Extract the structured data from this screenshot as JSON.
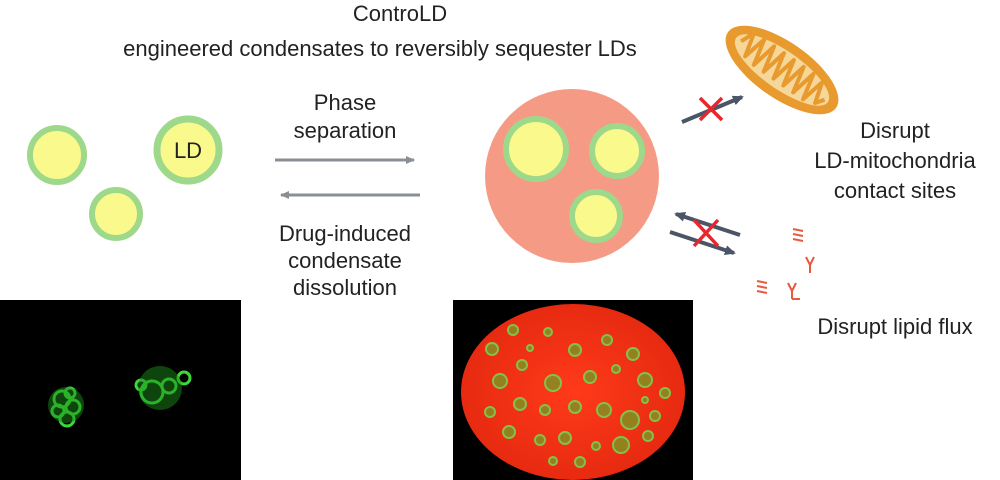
{
  "title": "ControLD",
  "subtitle": "engineered condensates to reversibly sequester LDs",
  "ld_label": "LD",
  "forward_label": [
    "Phase",
    "separation"
  ],
  "reverse_label": [
    "Drug-induced",
    "condensate",
    "dissolution"
  ],
  "effect_mito": [
    "Disrupt",
    "LD-mitochondria",
    "contact sites"
  ],
  "effect_lipid": "Disrupt lipid flux",
  "colors": {
    "ld_fill": "#fafa8c",
    "ld_coat": "#9ed88a",
    "condensate": "#f59b85",
    "mitochondrion": "#e89a2e",
    "block_x": "#e8262d",
    "arrow": "#8a8f96"
  }
}
